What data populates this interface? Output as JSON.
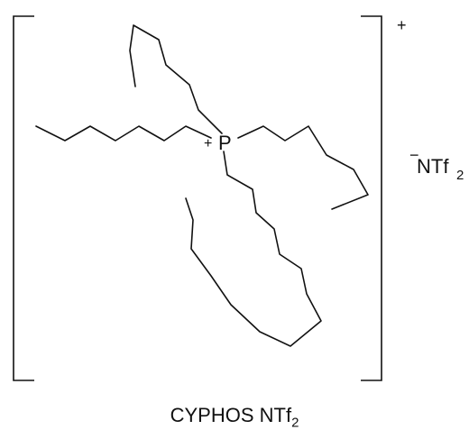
{
  "structure": {
    "center_atom": "P",
    "center_charge": "+",
    "complex_charge": "+",
    "counterion": {
      "charge": "−",
      "formula_main": "NTf",
      "formula_sub": "2"
    }
  },
  "caption": {
    "main": "CYPHOS NTf",
    "sub": "2"
  }
}
